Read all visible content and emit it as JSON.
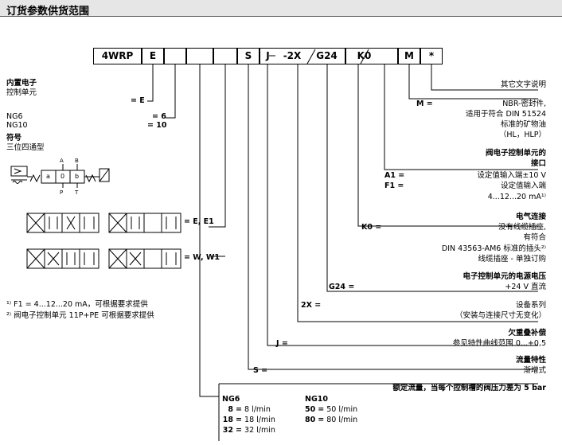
{
  "title": "订货参数供货范围",
  "code_boxes": [
    "4WRP",
    "E",
    "",
    "",
    "",
    "S",
    "J",
    "-2X",
    "G24",
    "K0",
    "M",
    "*"
  ],
  "left": {
    "ctrl_l1": "内置电子",
    "ctrl_l2": "控制单元",
    "ctrl_val": "= E",
    "ng6": "NG6",
    "ng6_val": "= 6",
    "ng10": "NG10",
    "ng10_val": "= 10",
    "sym_title": "符号",
    "sym_desc": "三位四通型",
    "sym_e": "= E, E1",
    "sym_w": "= W, W1",
    "fn1": "¹⁾ F1 = 4...12...20 mA，可根据要求提供",
    "fn2": "²⁾ 阀电子控制单元 11P+PE 可根据要求提供"
  },
  "valve_labels": {
    "a": "a",
    "zero": "0",
    "b": "b",
    "A": "A",
    "B": "B",
    "P": "P",
    "T": "T"
  },
  "right": {
    "other": "其它文字说明",
    "m_code": "M =",
    "m_l1": "NBR-密封件,",
    "m_l2": "适用于符合 DIN 51524",
    "m_l3": "标准的矿物油",
    "m_l4": "（HL，HLP）",
    "iface_t1": "阀电子控制单元的",
    "iface_t2": "接口",
    "a1_code": "A1 =",
    "a1_text": "设定值输入端±10 V",
    "f1_code": "F1 =",
    "f1_text": "设定值输入端",
    "f1_text2": "4...12...20 mA¹⁾",
    "elec_t": "电气连接",
    "k0_code": "K0 =",
    "k0_l1": "没有线缆插座,",
    "k0_l2": "有符合",
    "k0_l3": "DIN 43563-AM6 标准的插头²⁾",
    "k0_l4": "线缆插座 - 单独订购",
    "pwr_t": "电子控制单元的电源电压",
    "g24_code": "G24 =",
    "g24_text": "+24 V 直流",
    "ser_code": "2X =",
    "ser_text": "设备系列",
    "ser_text2": "（安装与连接尺寸无变化）",
    "under_t": "欠重叠补偿",
    "j_code": "J =",
    "j_text": "参见特性曲线范围 0...+0,5",
    "flow_t": "流量特性",
    "s_code": "S =",
    "s_text": "渐增式",
    "rated": "额定流量，当每个控制槽的阀压力差为 5 bar",
    "ng6_h": "NG6",
    "ng10_h": "NG10",
    "ng6_rows": [
      {
        "code": "8",
        "eq": "=",
        "val": "8 l/min"
      },
      {
        "code": "18",
        "eq": "=",
        "val": "18 l/min"
      },
      {
        "code": "32",
        "eq": "=",
        "val": "32 l/min"
      }
    ],
    "ng10_rows": [
      {
        "code": "50",
        "eq": "=",
        "val": "50 l/min"
      },
      {
        "code": "80",
        "eq": "=",
        "val": "80 l/min"
      }
    ]
  }
}
